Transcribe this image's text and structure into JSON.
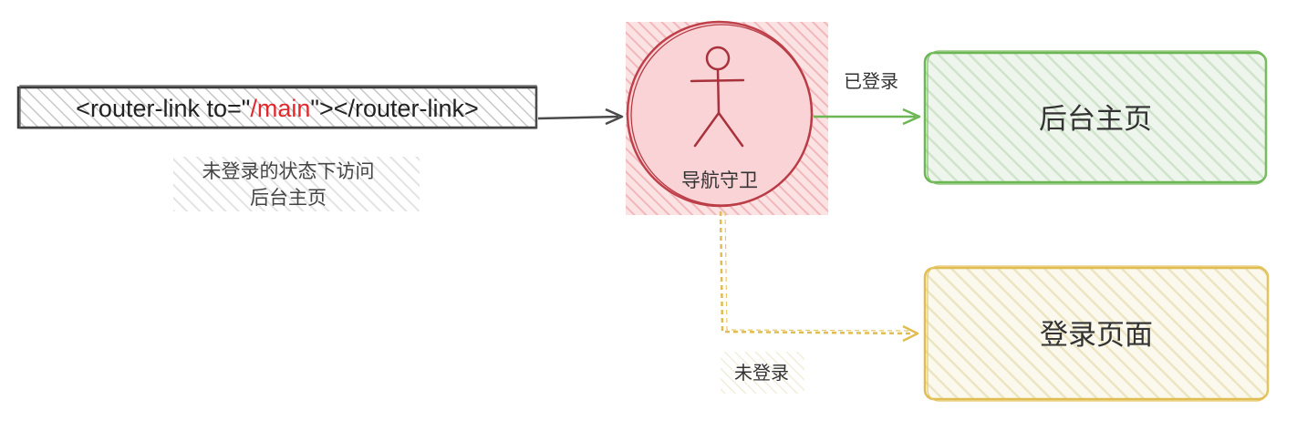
{
  "source": {
    "code_prefix": "<router-link to=\"",
    "code_path": "/main",
    "code_suffix": "\"></router-link>",
    "note_line1": "未登录的状态下访问",
    "note_line2": "后台主页"
  },
  "guard": {
    "label": "导航守卫",
    "icon": "stick-figure-icon"
  },
  "targets": {
    "admin_home": "后台主页",
    "login_page": "登录页面"
  },
  "edges": {
    "logged_in": "已登录",
    "not_logged_in": "未登录"
  },
  "colors": {
    "guard_fill": "#f7c9cc",
    "guard_stroke": "#c0404a",
    "admin_fill": "#dcecd8",
    "admin_stroke": "#6cb653",
    "login_fill": "#f6f1d8",
    "login_stroke": "#e0bd52",
    "code_highlight": "#e0282d"
  }
}
